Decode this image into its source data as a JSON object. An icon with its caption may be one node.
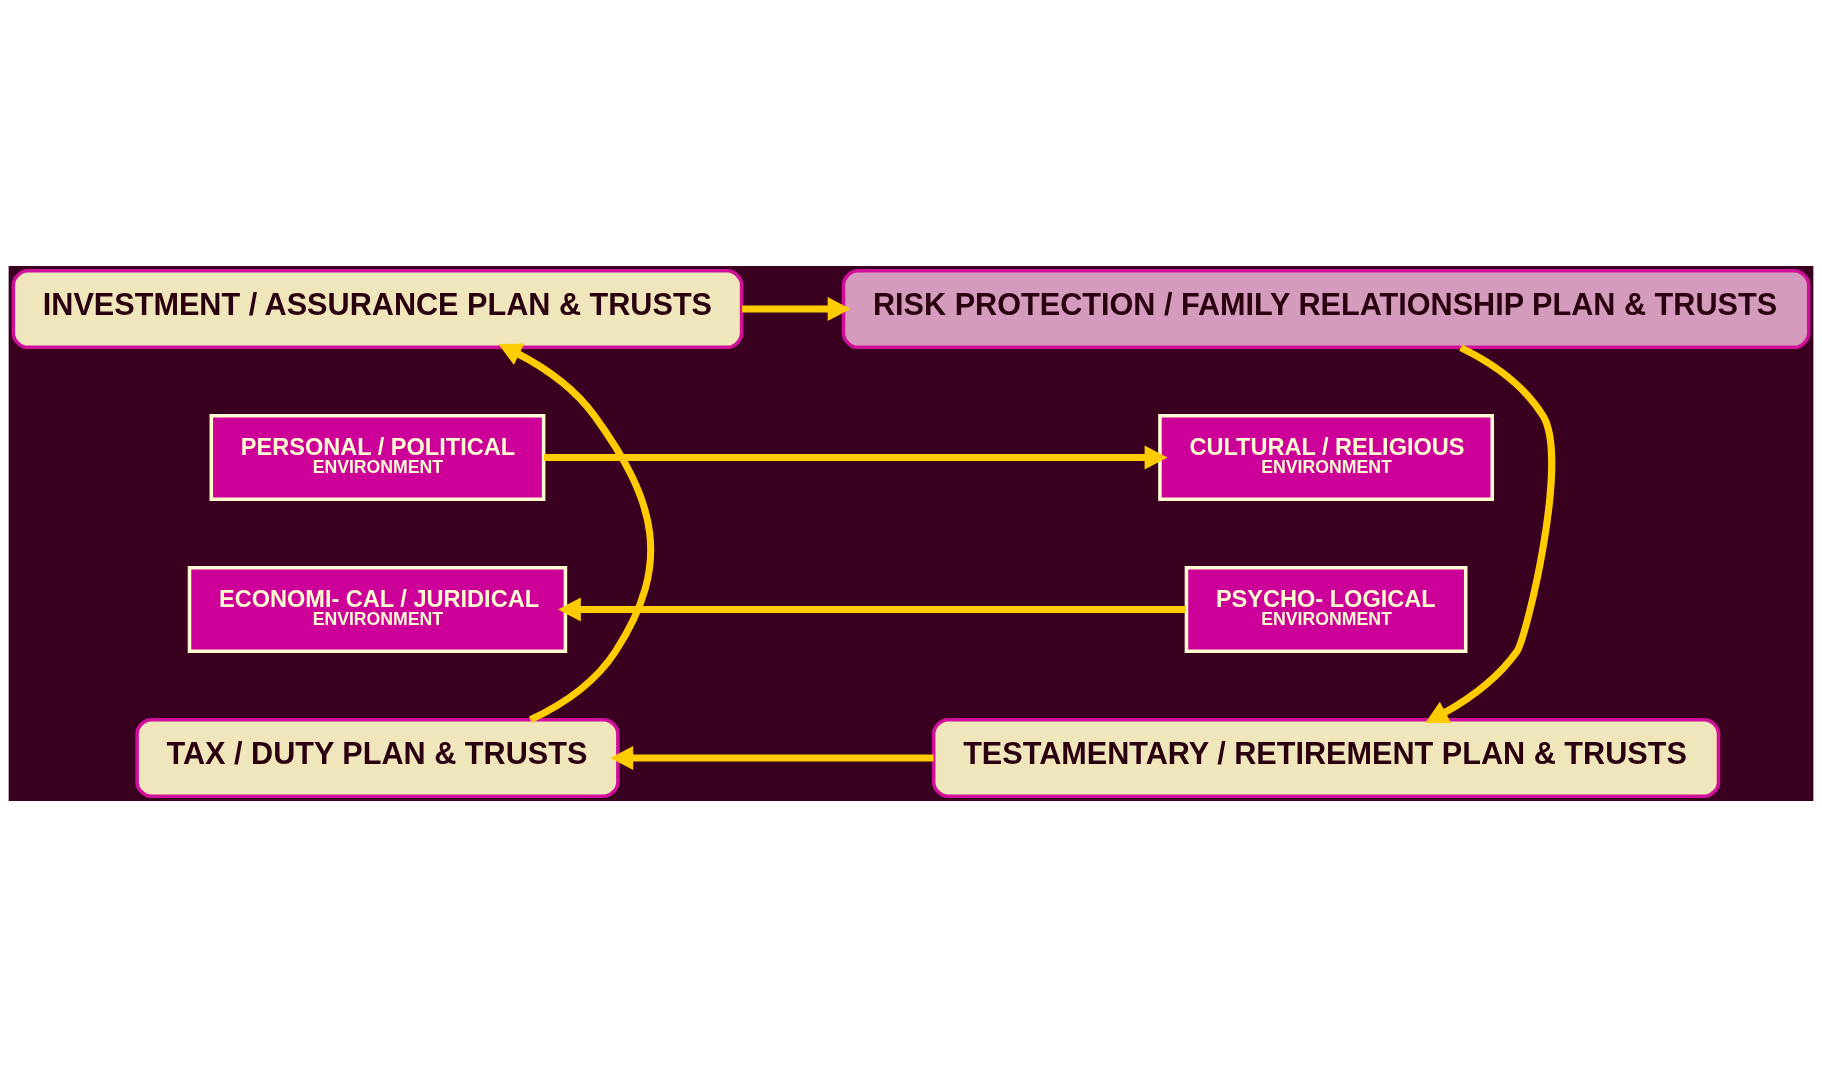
{
  "diagram": {
    "nodes": [
      {
        "text": [
          "INVESTMENT / ASSURANCE PLAN & TRUSTS"
        ]
      },
      {
        "text": [
          "RISK PROTECTION / FAMILY RELATIONSHIP PLAN & TRUSTS"
        ]
      },
      {
        "text": [
          "PERSONAL / POLITICAL",
          "ENVIRONMENT"
        ]
      },
      {
        "text": [
          "CULTURAL / RELIGIOUS",
          "ENVIRONMENT"
        ]
      },
      {
        "text": [
          "ECONOMI- CAL / JURIDICAL",
          "ENVIRONMENT"
        ]
      },
      {
        "text": [
          "PSYCHO- LOGICAL",
          "ENVIRONMENT"
        ]
      },
      {
        "text": [
          "TAX / DUTY PLAN & TRUSTS"
        ]
      },
      {
        "text": [
          "TESTAMENTARY / RETIREMENT PLAN & TRUSTS"
        ]
      }
    ],
    "edges": [
      {
        "from": 0,
        "to": 1,
        "arrow": "to"
      },
      {
        "from": 1,
        "to": 7,
        "arrow": "to"
      },
      {
        "from": 7,
        "to": 6,
        "arrow": "to"
      },
      {
        "from": 6,
        "to": 0,
        "arrow": "to"
      },
      {
        "from": 2,
        "to": 3,
        "arrow": "to"
      },
      {
        "from": 5,
        "to": 4,
        "arrow": "to"
      }
    ]
  }
}
